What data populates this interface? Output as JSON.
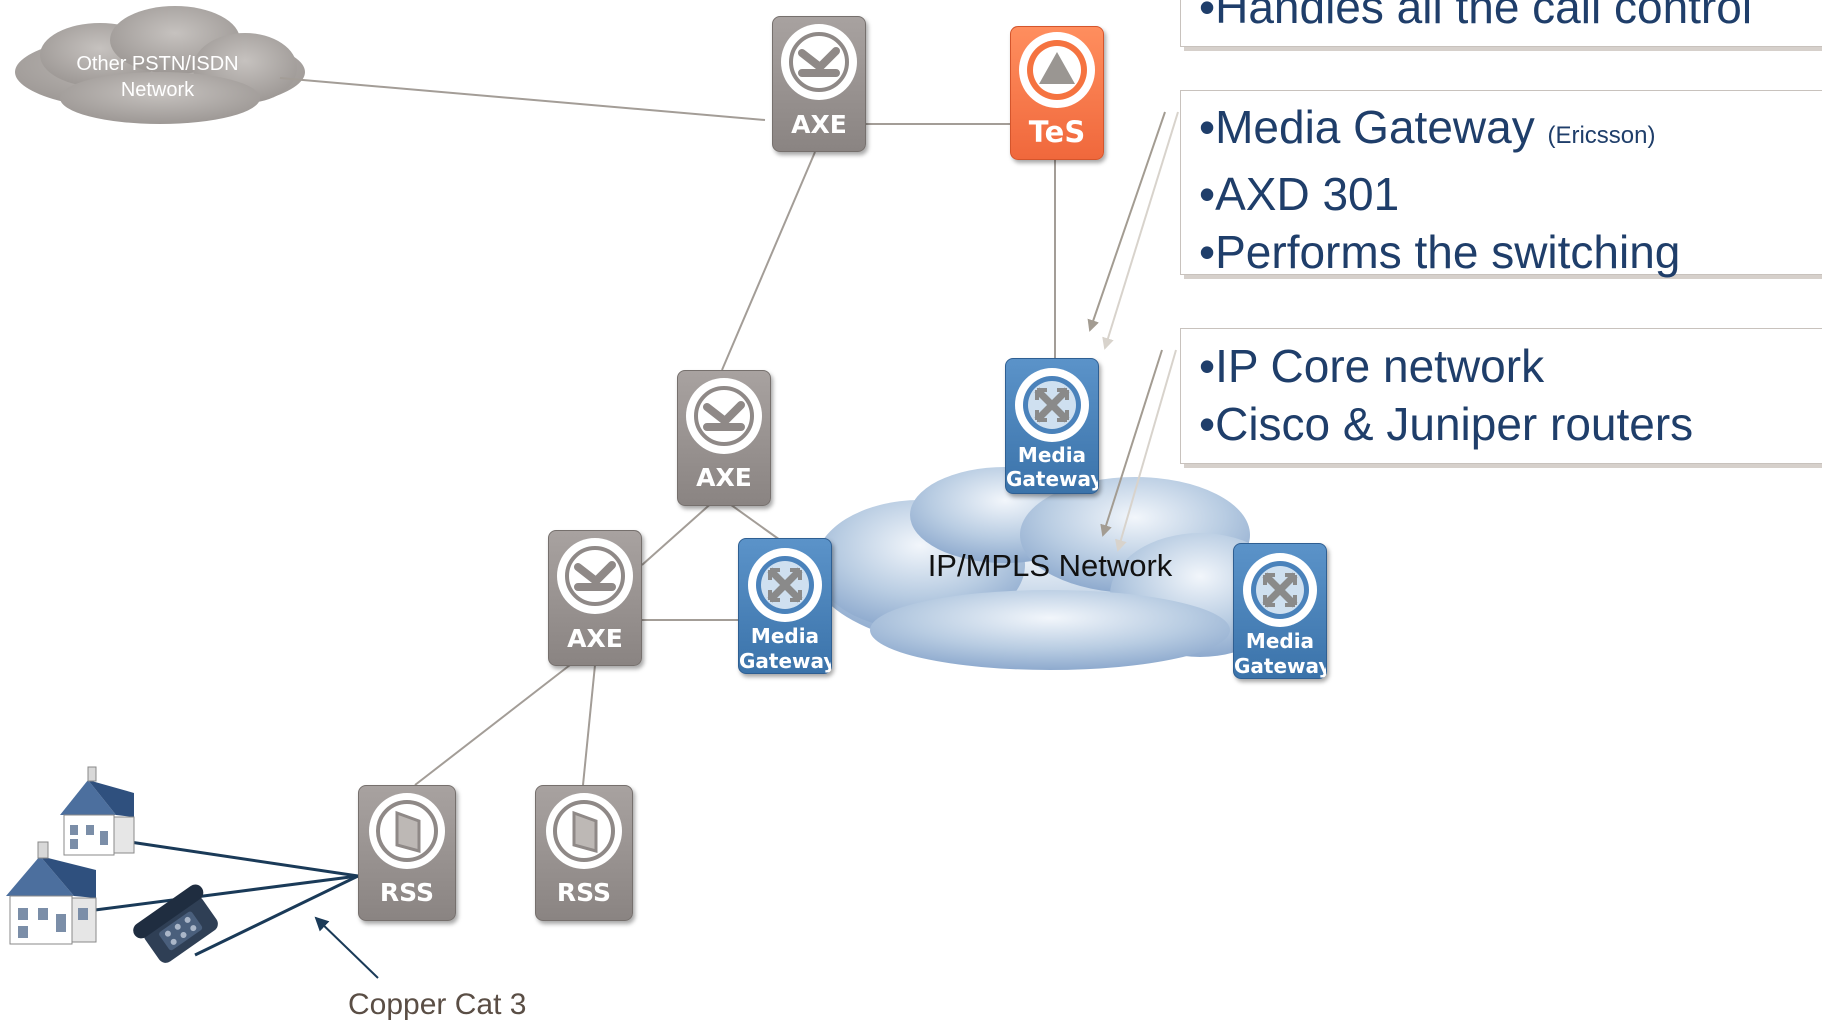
{
  "clouds": {
    "pstn": {
      "label_line1": "Other PSTN/ISDN",
      "label_line2": "Network"
    },
    "ip": {
      "label": "IP/MPLS Network"
    }
  },
  "nodes": {
    "axe_top": {
      "label": "AXE"
    },
    "tes": {
      "label": "TeS"
    },
    "axe_mid": {
      "label": "AXE"
    },
    "axe_low": {
      "label": "AXE"
    },
    "mgw_top": {
      "label_line1": "Media",
      "label_line2": "Gateway"
    },
    "mgw_left": {
      "label_line1": "Media",
      "label_line2": "Gateway"
    },
    "mgw_right": {
      "label_line1": "Media",
      "label_line2": "Gateway"
    },
    "rss_left": {
      "label": "RSS"
    },
    "rss_right": {
      "label": "RSS"
    }
  },
  "infoboxes": {
    "top": {
      "line1": "•Handles all the call control"
    },
    "media": {
      "line1": "•Media Gateway",
      "line1_small": "(Ericsson)",
      "line2": "•AXD 301",
      "line3": "•Performs the switching"
    },
    "ip": {
      "line1": "•IP Core network",
      "line2": "•Cisco & Juniper routers"
    }
  },
  "annotations": {
    "copper": "Copper Cat 3"
  },
  "colors": {
    "axe": "#8f8987",
    "tes": "#f57340",
    "media_gateway": "#4a82bb",
    "infobox_text": "#1f3e6a",
    "link": "#a09a94",
    "copper_link": "#1a3a58"
  },
  "icons": {
    "axe": "switch-icon",
    "tes": "triangle-icon",
    "media_gateway": "crossed-arrows-icon",
    "rss": "play-icon",
    "house": "house-icon",
    "phone": "telephone-icon"
  }
}
